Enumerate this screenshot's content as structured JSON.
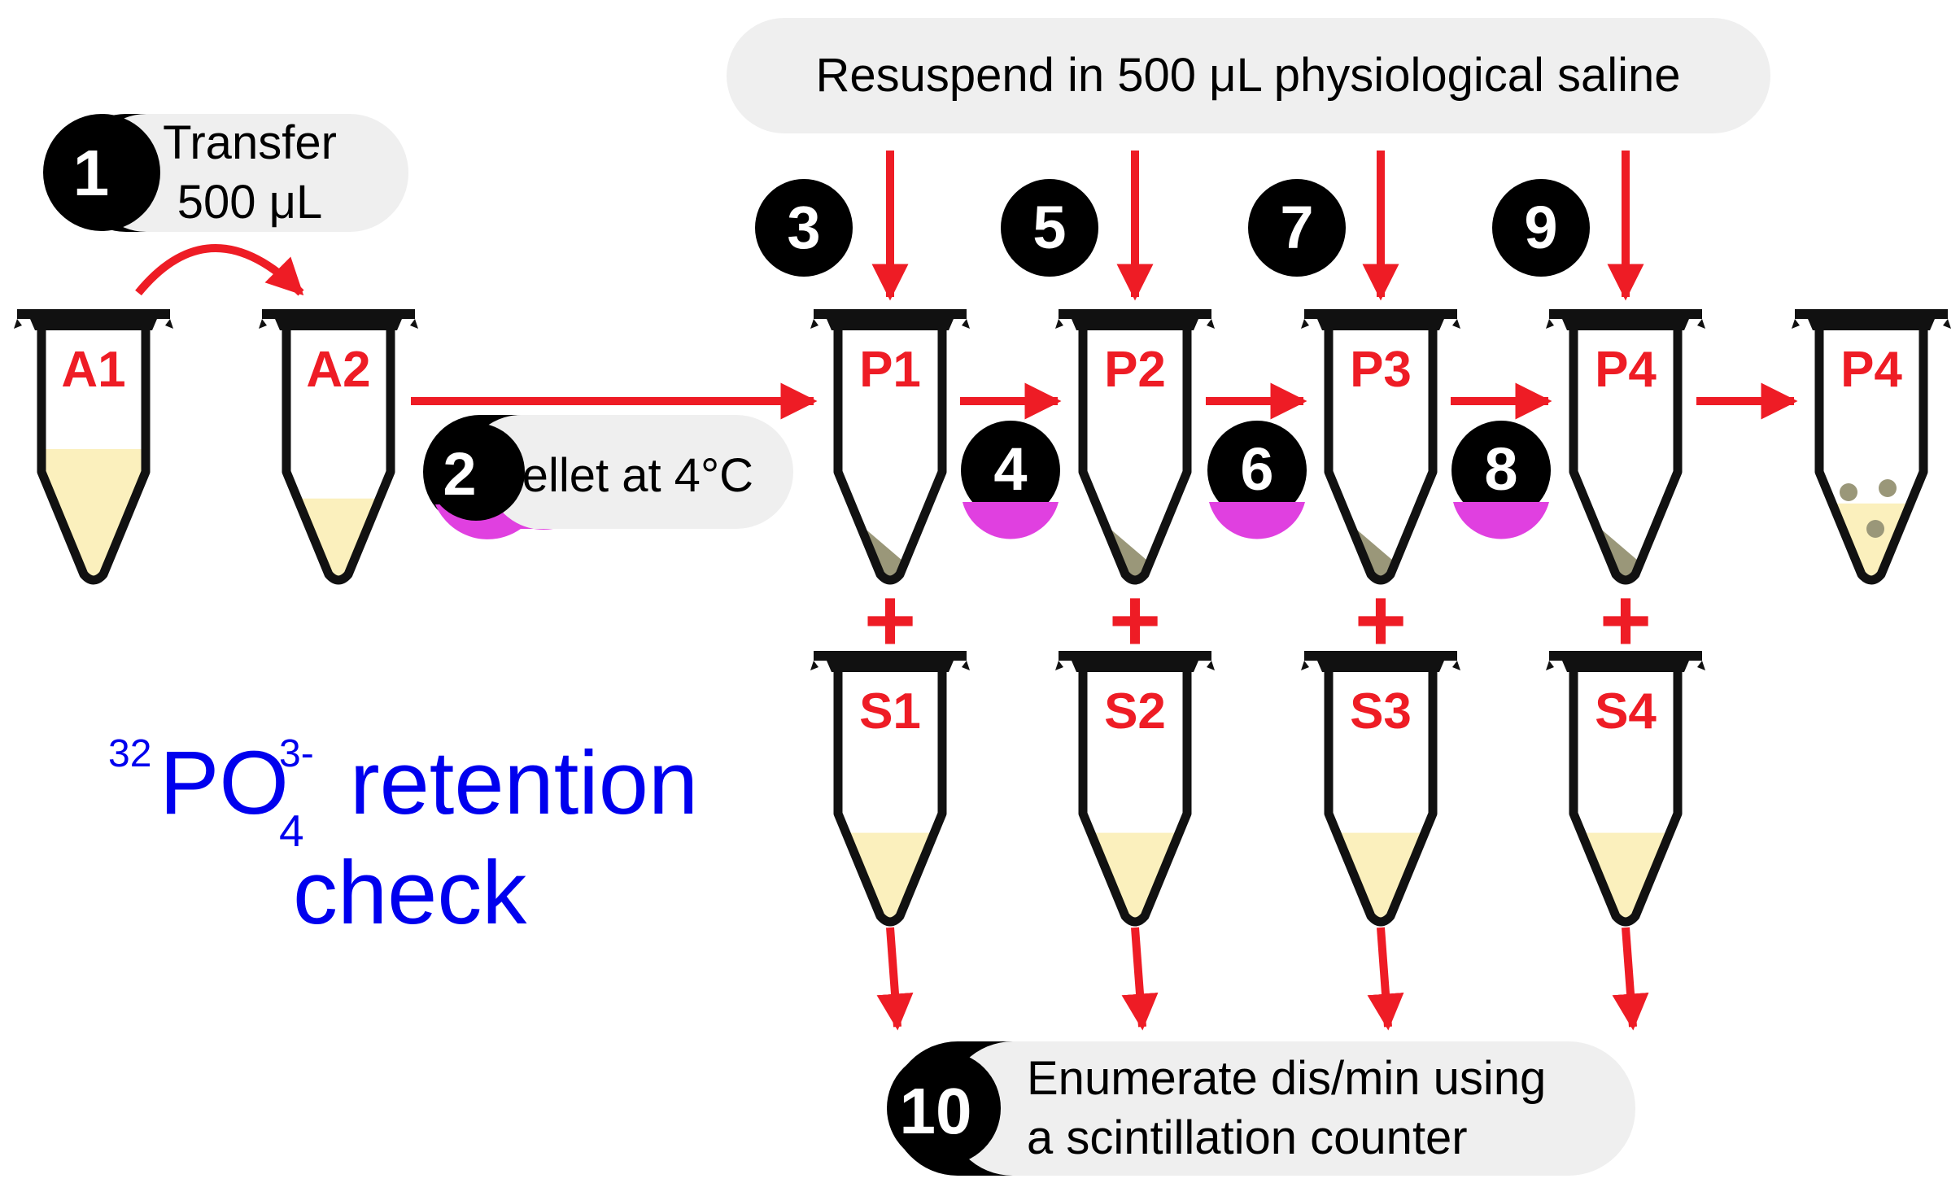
{
  "colors": {
    "label_red": "#ee1c25",
    "arrow_red": "#ee1c25",
    "tube_outline": "#111111",
    "liquid": "#fbf0bd",
    "pellet": "#9a9779",
    "pill_bg": "#efefef",
    "badge_bg": "#000000",
    "magenta": "#e040e0",
    "title_blue": "#0000ee"
  },
  "steps": {
    "s1": {
      "num": "1",
      "text_line1": "Transfer",
      "text_line2": "500 μL"
    },
    "s2": {
      "num": "2",
      "text": "Pellet at 4°C"
    },
    "s3": "3",
    "s4": "4",
    "s5": "5",
    "s6": "6",
    "s7": "7",
    "s8": "8",
    "s9": "9",
    "s10": {
      "num": "10",
      "text_line1": "Enumerate dis/min using",
      "text_line2": "a scintillation counter"
    }
  },
  "resuspend_label": "Resuspend in 500 μL physiological saline",
  "tubes": {
    "a1": "A1",
    "a2": "A2",
    "p1": "P1",
    "p2": "P2",
    "p3": "P3",
    "p4": "P4",
    "p4_final": "P4",
    "s1": "S1",
    "s2": "S2",
    "s3": "S3",
    "s4": "S4"
  },
  "plus_sign": "+",
  "title": {
    "mass_number": "32",
    "formula": "PO",
    "subscript": "4",
    "superscript": "3-",
    "word1": "retention",
    "word2": "check"
  }
}
